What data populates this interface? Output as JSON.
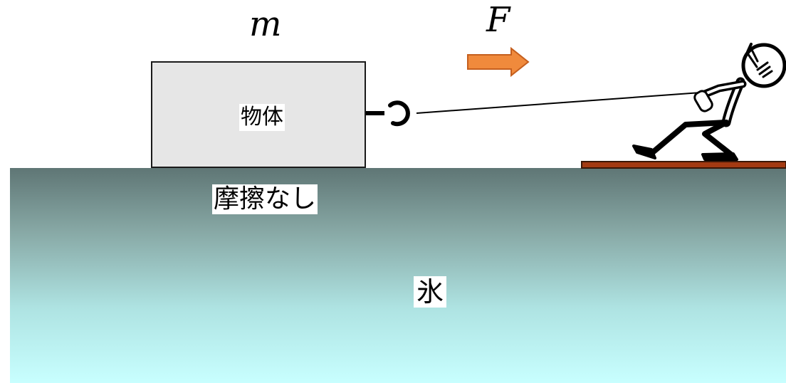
{
  "diagram": {
    "mass_symbol": "m",
    "force_symbol": "F",
    "object_label": "物体",
    "friction_label": "摩擦なし",
    "surface_label": "氷"
  },
  "colors": {
    "force_arrow": "#f08a3c",
    "platform": "#a33a12",
    "box_fill": "#e6e6e6",
    "ice_top": "#5f7675",
    "ice_bottom": "#c8ffff"
  }
}
